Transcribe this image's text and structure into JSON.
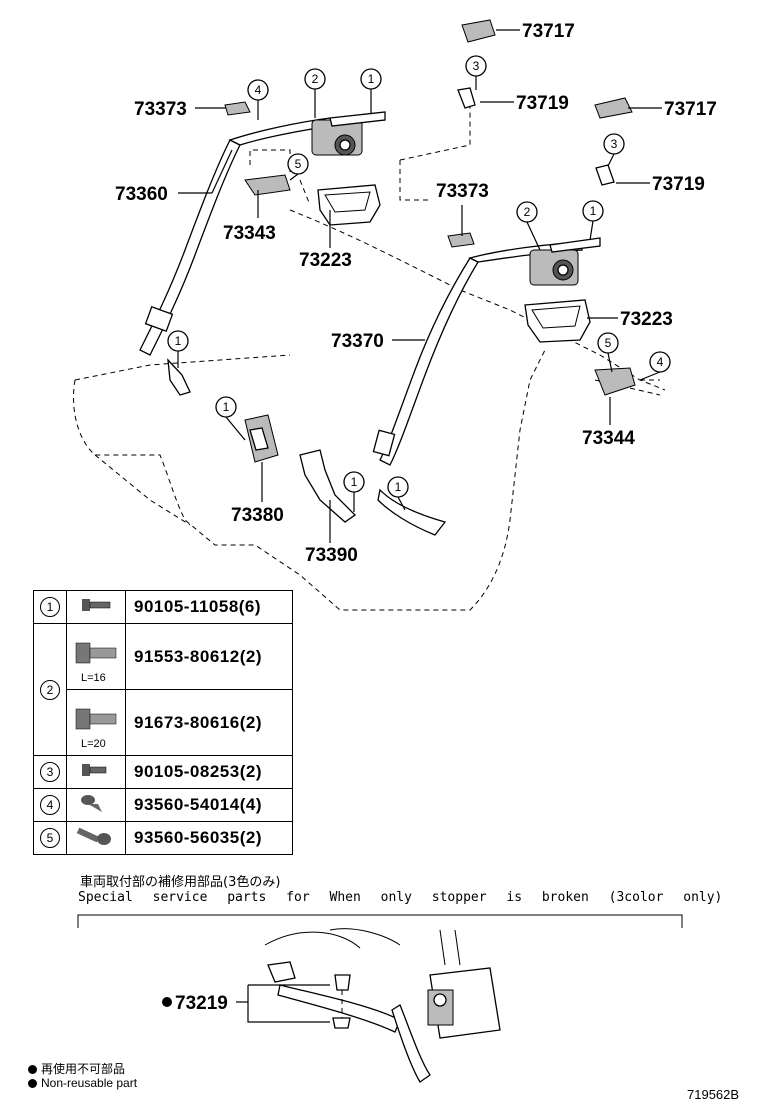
{
  "callouts": {
    "p73717_top": "73717",
    "p73717_right": "73717",
    "p73719_top": "73719",
    "p73719_right": "73719",
    "p73373_left": "73373",
    "p73373_mid": "73373",
    "p73360": "73360",
    "p73343": "73343",
    "p73223_left": "73223",
    "p73223_right": "73223",
    "p73370": "73370",
    "p73344": "73344",
    "p73380": "73380",
    "p73390": "73390",
    "p73219": "73219"
  },
  "circle_numbers": [
    "1",
    "2",
    "3",
    "4",
    "5"
  ],
  "fasteners": [
    {
      "ref": "1",
      "part": "90105-11058(6)"
    },
    {
      "ref": "2",
      "part": "91553-80612(2)",
      "length": "L=16"
    },
    {
      "ref": "2",
      "part": "91673-80616(2)",
      "length": "L=20"
    },
    {
      "ref": "3",
      "part": "90105-08253(2)"
    },
    {
      "ref": "4",
      "part": "93560-54014(4)"
    },
    {
      "ref": "5",
      "part": "93560-56035(2)"
    }
  ],
  "special": {
    "title_jp": "車両取付部の補修用部品(3色のみ)",
    "title_en": "Special service parts for When only stopper is broken (3color only)"
  },
  "legend": {
    "jp": "再使用不可部品",
    "en": "Non-reusable part"
  },
  "ref_code": "719562B"
}
